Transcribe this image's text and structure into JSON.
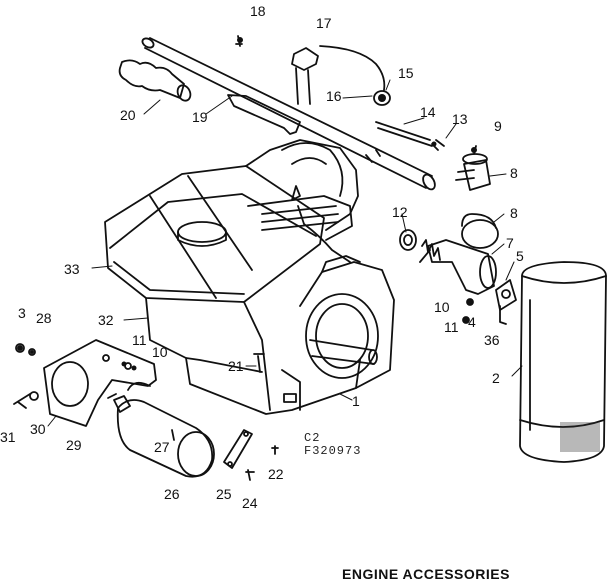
{
  "title": "ENGINE ACCESSORIES",
  "drawing_code": {
    "line1": "C2",
    "line2": "F320973"
  },
  "callouts": [
    "18",
    "17",
    "15",
    "16",
    "20",
    "19",
    "14",
    "13",
    "9",
    "8",
    "12",
    "8",
    "7",
    "5",
    "33",
    "3",
    "28",
    "32",
    "11",
    "10",
    "10",
    "11",
    "4",
    "36",
    "21",
    "2",
    "1",
    "31",
    "30",
    "29",
    "27",
    "26",
    "25",
    "22",
    "24"
  ]
}
